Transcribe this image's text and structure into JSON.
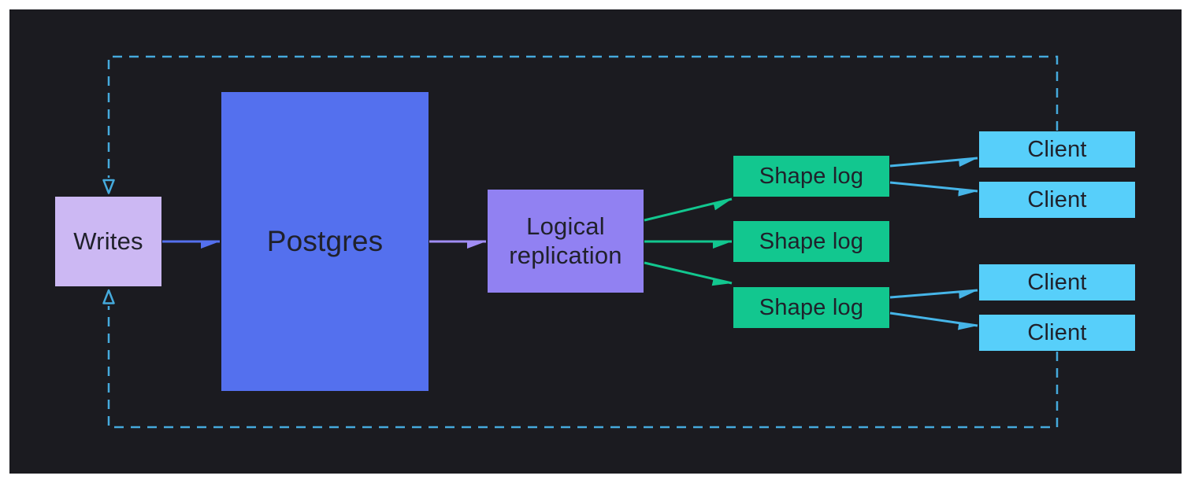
{
  "colors": {
    "page-bg": "#ffffff",
    "canvas-bg": "#1b1b20",
    "text-dark": "#20212b",
    "writes-fill": "#ccb8f3",
    "postgres-fill": "#5470ee",
    "replication-fill": "#9181f2",
    "shape-log-fill": "#12c78f",
    "client-fill": "#57cffa",
    "arrow-write": "#5470ee",
    "arrow-replication": "#a18df5",
    "arrow-green": "#12c78f",
    "arrow-sky": "#46b5e8",
    "loop-dash": "#45aadc"
  },
  "nodes": {
    "writes": {
      "label": "Writes"
    },
    "postgres": {
      "label": "Postgres"
    },
    "logical_replication": {
      "label_line1": "Logical",
      "label_line2": "replication"
    },
    "shape_logs": [
      {
        "label": "Shape log"
      },
      {
        "label": "Shape log"
      },
      {
        "label": "Shape log"
      }
    ],
    "clients": [
      {
        "label": "Client"
      },
      {
        "label": "Client"
      },
      {
        "label": "Client"
      },
      {
        "label": "Client"
      }
    ]
  }
}
